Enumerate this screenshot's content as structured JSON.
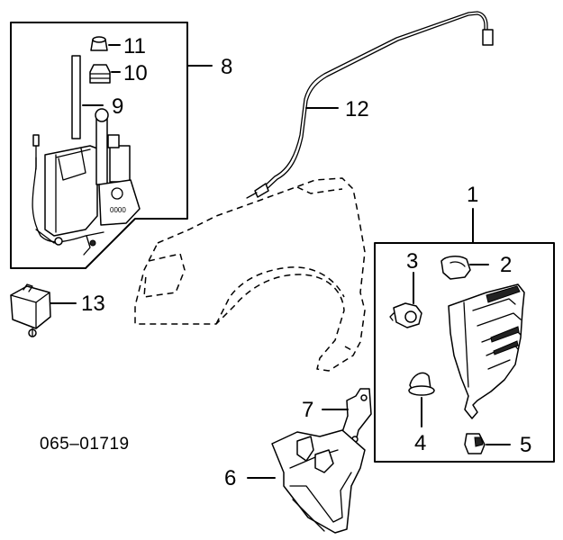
{
  "callouts": {
    "c1": "1",
    "c2": "2",
    "c3": "3",
    "c4": "4",
    "c5": "5",
    "c6": "6",
    "c7": "7",
    "c8": "8",
    "c9": "9",
    "c10": "10",
    "c11": "11",
    "c12": "12",
    "c13": "13"
  },
  "diagram_code": "065–01719"
}
